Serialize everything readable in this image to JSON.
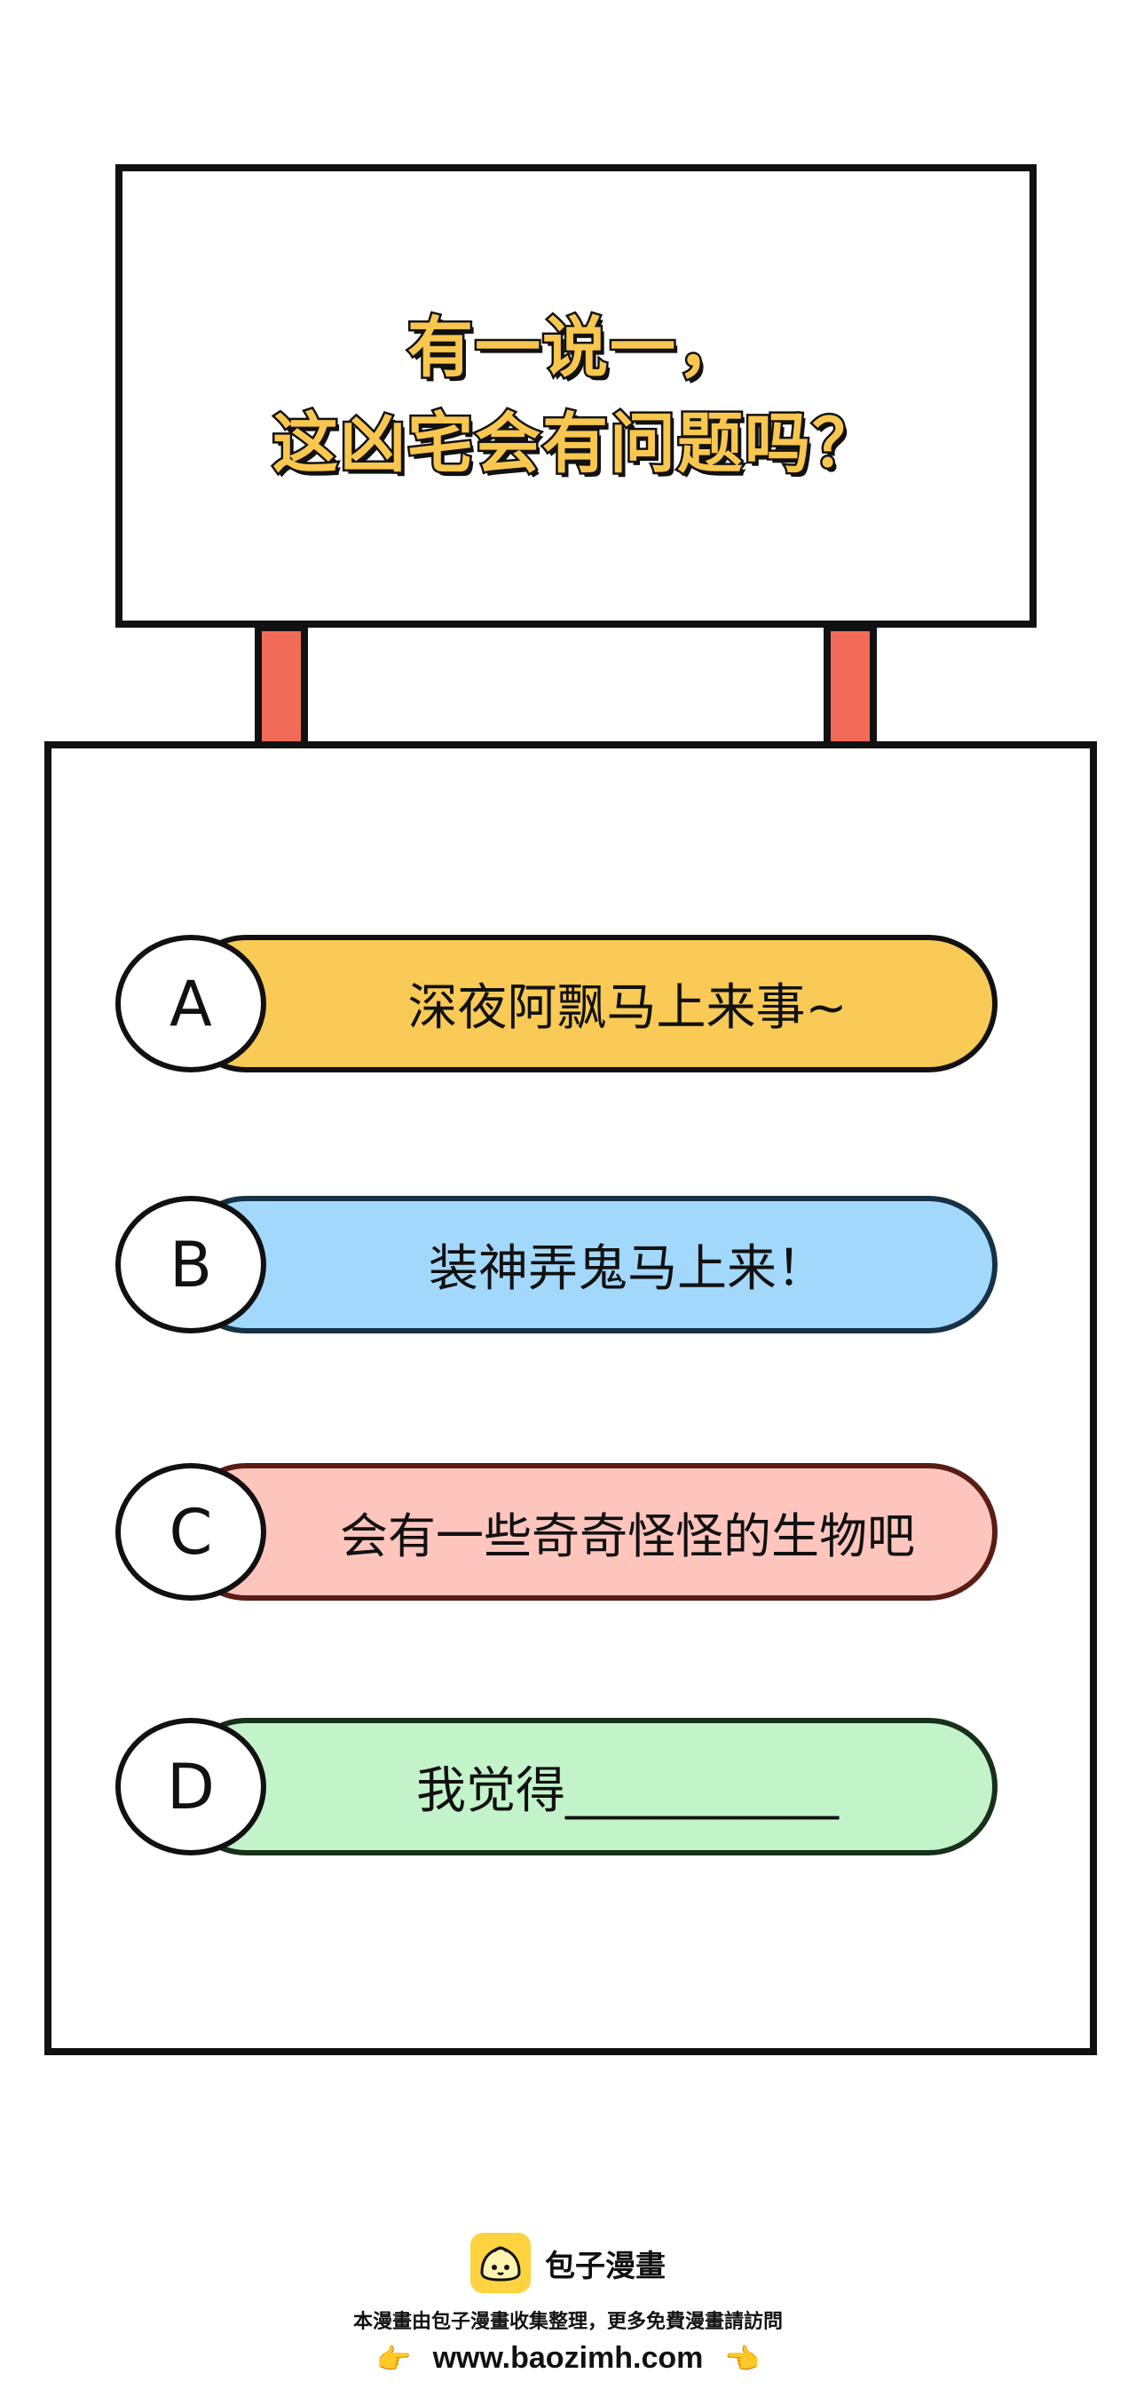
{
  "sign": {
    "title_lines": [
      "有一说一，",
      "这凶宅会有问题吗？"
    ]
  },
  "options": [
    {
      "letter": "A",
      "text": "深夜阿飘马上来事~"
    },
    {
      "letter": "B",
      "text": "装神弄鬼马上来！"
    },
    {
      "letter": "C",
      "text": "会有一些奇奇怪怪的生物吧"
    },
    {
      "letter": "D",
      "text": "我觉得___________"
    }
  ],
  "footer": {
    "brand": "包子漫畫",
    "notice": "本漫畫由包子漫畫收集整理，更多免費漫畫請訪問",
    "url": "www.baozimh.com",
    "left_hand": "👉",
    "right_hand": "👈"
  },
  "colors": {
    "title_fill": "#f9c74f",
    "post": "#f26b58",
    "option_a": "#f9ca55",
    "option_b": "#a3d8fd",
    "option_c": "#fec5bd",
    "option_d": "#c3f3c9",
    "logo": "#ffd23f"
  },
  "icons": {
    "logo": "bun-mascot-icon",
    "left_hand": "pointing-right-hand-icon",
    "right_hand": "pointing-left-hand-icon"
  }
}
